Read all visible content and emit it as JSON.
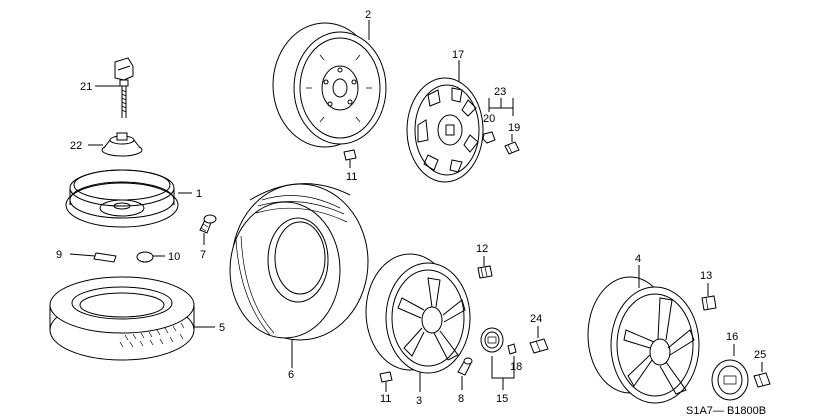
{
  "diagram": {
    "callouts": {
      "c1": "1",
      "c2": "2",
      "c3": "3",
      "c4": "4",
      "c5": "5",
      "c6": "6",
      "c7": "7",
      "c8": "8",
      "c9": "9",
      "c10": "10",
      "c11a": "11",
      "c11b": "11",
      "c12": "12",
      "c13": "13",
      "c15": "15",
      "c16": "16",
      "c17": "17",
      "c18": "18",
      "c19": "19",
      "c20": "20",
      "c21": "21",
      "c22": "22",
      "c23": "23",
      "c24": "24",
      "c25": "25"
    },
    "drawing_code": "S1A7— B1800B"
  }
}
